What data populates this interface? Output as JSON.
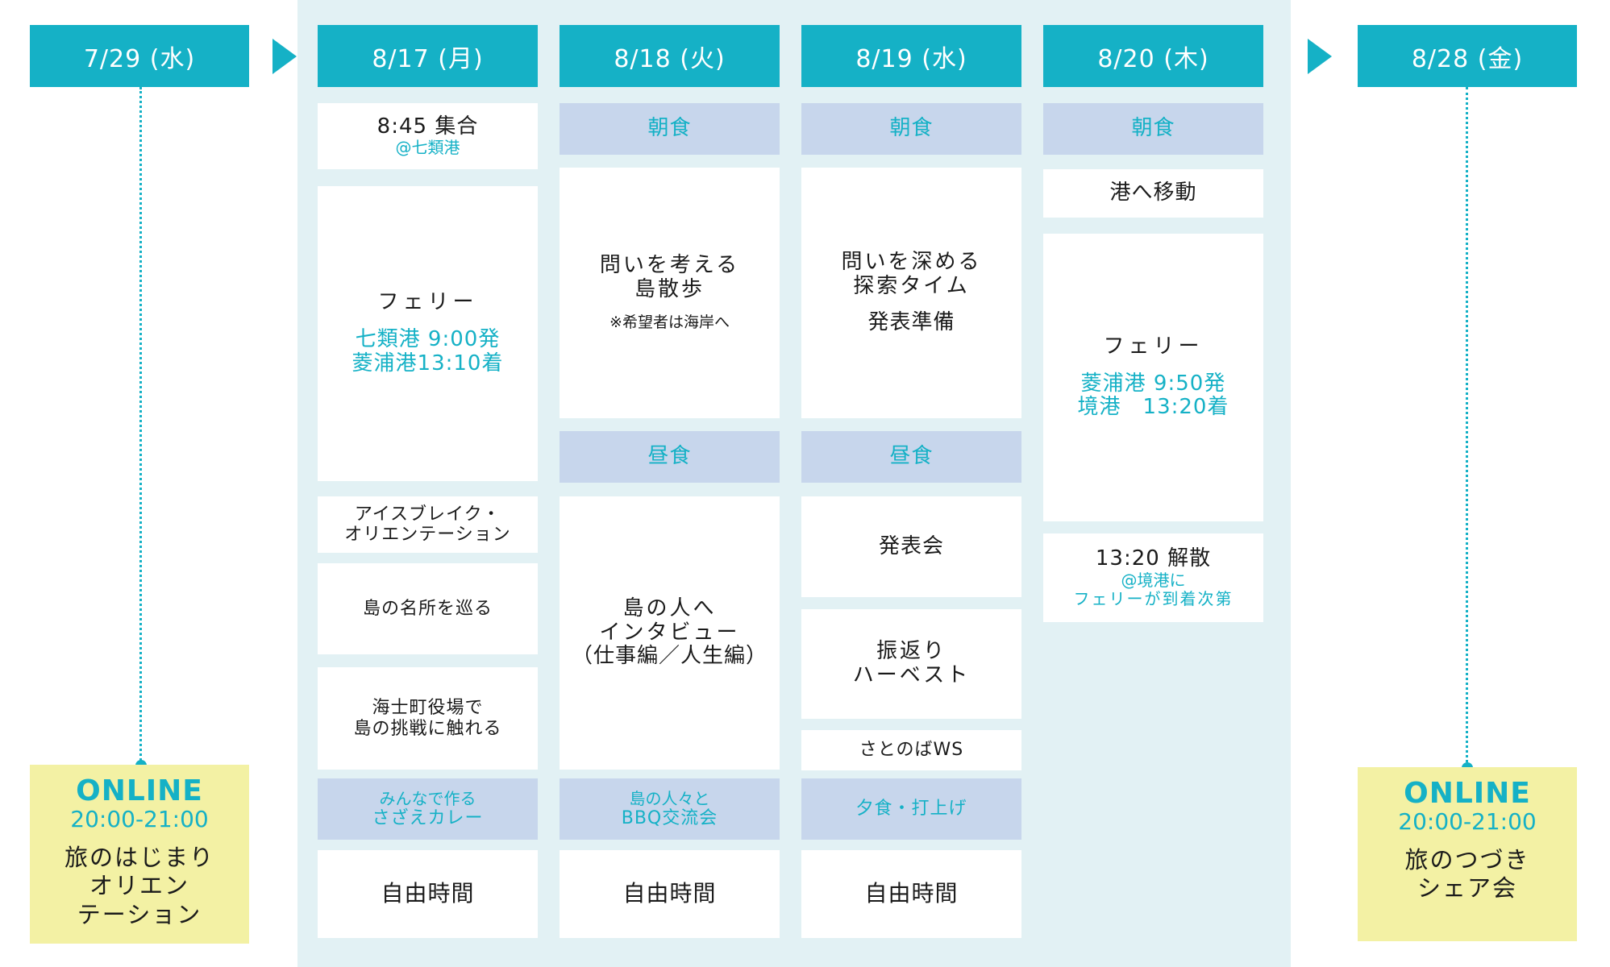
{
  "dates": {
    "d0729": "7/29 (水)",
    "d0817": "8/17 (月)",
    "d0818": "8/18 (火)",
    "d0819": "8/19 (水)",
    "d0820": "8/20 (木)",
    "d0828": "8/28 (金)"
  },
  "pre_session": {
    "online": "ONLINE",
    "time": "20:00-21:00",
    "line1": "旅のはじまり",
    "line2": "オリエン",
    "line3": "テーション"
  },
  "post_session": {
    "online": "ONLINE",
    "time": "20:00-21:00",
    "line1": "旅のつづき",
    "line2": "シェア会"
  },
  "day1": {
    "gather": "8:45 集合",
    "gather_place": "@七類港",
    "ferry": "フェリー",
    "ferry_dep": "七類港 9:00発",
    "ferry_arr": "菱浦港13:10着",
    "icebreak1": "アイスブレイク・",
    "icebreak2": "オリエンテーション",
    "tour": "島の名所を巡る",
    "town1": "海士町役場で",
    "town2": "島の挑戦に触れる",
    "dinner_sub": "みんなで作る",
    "dinner": "さざえカレー",
    "free": "自由時間"
  },
  "day2": {
    "breakfast": "朝食",
    "walk1": "問いを考える",
    "walk2": "島散歩",
    "walk_note": "※希望者は海岸へ",
    "lunch": "昼食",
    "interview1": "島の人へ",
    "interview2": "インタビュー",
    "interview3": "（仕事編／人生編）",
    "dinner_sub": "島の人々と",
    "dinner": "BBQ交流会",
    "free": "自由時間"
  },
  "day3": {
    "breakfast": "朝食",
    "explore1": "問いを深める",
    "explore2": "探索タイム",
    "prep": "発表準備",
    "lunch": "昼食",
    "presentation": "発表会",
    "review1": "振返り",
    "review2": "ハーベスト",
    "ws": "さとのばWS",
    "dinner": "夕食・打上げ",
    "free": "自由時間"
  },
  "day4": {
    "breakfast": "朝食",
    "move": "港へ移動",
    "ferry": "フェリー",
    "ferry_dep": "菱浦港 9:50発",
    "ferry_arr": "境港　13:20着",
    "dismiss": "13:20 解散",
    "dismiss_place": "@境港に",
    "dismiss_note": "フェリーが到着次第"
  },
  "colors": {
    "accent": "#15b1c6",
    "panel": "#e2f1f4",
    "meal": "#c7d6ec",
    "online": "#f3f1a4"
  },
  "icons": {
    "arrow": "triangle-right-icon"
  }
}
